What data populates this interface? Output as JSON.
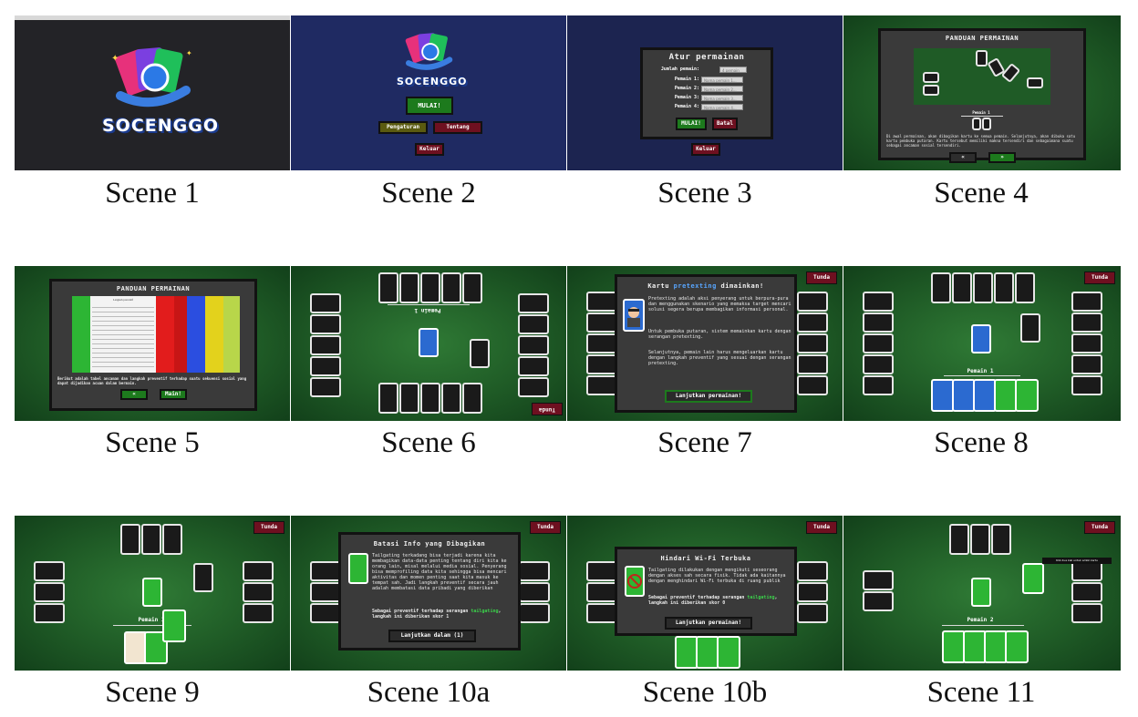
{
  "captions": [
    "Scene 1",
    "Scene 2",
    "Scene 3",
    "Scene 4",
    "Scene 5",
    "Scene 6",
    "Scene 7",
    "Scene 8",
    "Scene 9",
    "Scene 10a",
    "Scene 10b",
    "Scene 11"
  ],
  "logo": {
    "text": "SOCENGGO"
  },
  "menu": {
    "start": "MULAI!",
    "settings": "Pengaturan",
    "about": "Tentang",
    "exit": "Keluar"
  },
  "setup": {
    "title": "Atur permainan",
    "count_label": "Jumlah pemain:",
    "count_value": "4 pemain",
    "players": [
      "Pemain 1:",
      "Pemain 2:",
      "Pemain 3:",
      "Pemain 4:"
    ],
    "placeholders": [
      "Nama pemain 1...",
      "Nama pemain 2...",
      "Nama pemain 3...",
      "Nama pemain 4..."
    ],
    "start": "MULAI!",
    "cancel": "Batal",
    "exit": "Keluar"
  },
  "guide": {
    "title": "PANDUAN PERMAINAN",
    "player_label": "Pemain 1",
    "text4": "Di awal permainan, akan dibagikan kartu ke semua pemain. Selanjutnya, akan dibuka satu kartu pembuka putaran. Kartu tersebut memiliki makna tersendiri dan sebagaimana suatu sebagai ancaman sosial tersendiri.",
    "prev": "«",
    "next": "»",
    "text5": "Berikut adalah tabel ancaman dan langkah preventif terhadap suatu sekuensi sosial yang dapat dijadikan acuan dalam bermain.",
    "table_header": "Langkah preventif",
    "play": "Main!"
  },
  "game": {
    "player1": "Pemain 1",
    "player2": "Pemain 2",
    "pause": "Tunda"
  },
  "popup7": {
    "title_pre": "Kartu ",
    "title_hl": "pretexting",
    "title_post": " dimainkan!",
    "p1": "Pretexting adalah aksi penyerang untuk berpura-pura dan menggunakan skenario yang memaksa target mencari solusi segera berupa membagikan informasi personal.",
    "p2": "Untuk pembuka putaran, sistem memainkan kartu dengan serangan pretexting.",
    "p3": "Selanjutnya, pemain lain harus mengeluarkan kartu dengan langkah preventif yang sesuai dengan serangan pretexting.",
    "button": "Lanjutkan permainan!"
  },
  "popup10a": {
    "title": "Batasi Info yang Dibagikan",
    "p1": "Tailgating terkadang bisa terjadi karena kita membagikan data-data penting tentang diri kita ke orang lain, misal melalui media sosial. Penyerang bisa memprofiling data kita sehingga bisa mencari aktivitas dan momen penting saat kita masuk ke tempat sah. Jadi langkah preventif secara jauh adalah membatasi data pribadi yang diberikan",
    "p2_pre": "Sebagai preventif terhadap serangan ",
    "p2_hl": "tailgating",
    "p2_post": ", langkah ini diberikan skor 1",
    "button": "Lanjutkan dalam (1)"
  },
  "popup10b": {
    "title": "Hindari Wi-Fi Terbuka",
    "p1": "Tailgating dilakukan dengan mengikuti seseorang dengan akses sah secara fisik. Tidak ada kaitannya dengan menghindari Wi-Fi terbuka di ruang publik",
    "p2_pre": "Sebagai preventif terhadap serangan ",
    "p2_hl": "tailgating",
    "p2_post": ", langkah ini diberikan skor 0",
    "button": "Lanjutkan permainan!"
  },
  "tooltip11": "Klik dua kali untuk ambil kartu",
  "colors": {
    "felt": "#1f5b26",
    "navy": "#1f2a62",
    "button_green": "#1d7a1d",
    "button_red": "#6e1020",
    "highlight_blue": "#58a6ff",
    "highlight_green": "#3ad04a"
  }
}
